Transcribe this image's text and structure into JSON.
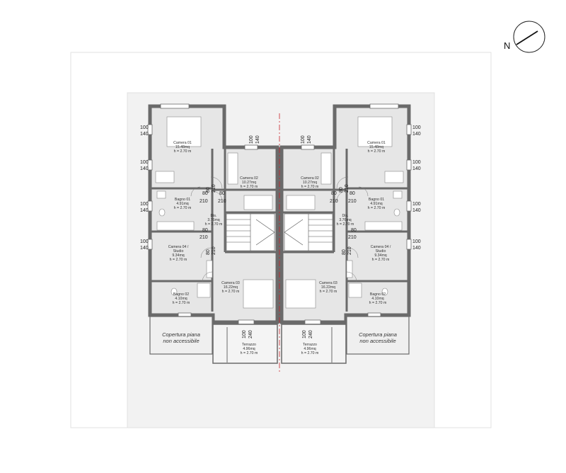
{
  "north": {
    "label": "N"
  },
  "colors": {
    "wall": "#6a6a6a",
    "floor": "#e6e6e6",
    "terrace": "#f4f4f4",
    "axis": "#c8242c",
    "site": "#f2f2f2"
  },
  "left": {
    "rooms": [
      {
        "name": "Camera 01",
        "area": "15.48mq",
        "height": "h = 2.70 m"
      },
      {
        "name": "Camera 02",
        "area": "10.27mq",
        "height": "h = 2.70 m"
      },
      {
        "name": "Bagno 01",
        "area": "4.91mq",
        "height": "h = 2.70 m"
      },
      {
        "name": "Dis.",
        "area": "3.76mq",
        "height": "h = 2.70 m"
      },
      {
        "name": "Camera 04 /",
        "name2": "Studio",
        "area": "9.34mq",
        "height": "h = 2.70 m"
      },
      {
        "name": "Camera 03",
        "area": "16.22mq",
        "height": "h = 2.70 m"
      },
      {
        "name": "Bagno 02",
        "area": "4.10mq",
        "height": "h = 2.70 m"
      },
      {
        "name": "Terrazzo",
        "area": "4.96mq",
        "height": "h = 2.70 m"
      }
    ],
    "cover": [
      "Copertura piana",
      "non accessibile"
    ]
  },
  "right": {
    "rooms": [
      {
        "name": "Camera 01",
        "area": "15.48mq",
        "height": "h = 2.70 m"
      },
      {
        "name": "Camera 02",
        "area": "10.27mq",
        "height": "h = 2.70 m"
      },
      {
        "name": "Bagno 01",
        "area": "4.91mq",
        "height": "h = 2.70 m"
      },
      {
        "name": "Dis.",
        "area": "3.76mq",
        "height": "h = 2.70 m"
      },
      {
        "name": "Camera 04 /",
        "name2": "Studio",
        "area": "9.34mq",
        "height": "h = 2.70 m"
      },
      {
        "name": "Camera 03",
        "area": "16.22mq",
        "height": "h = 2.70 m"
      },
      {
        "name": "Bagno 02",
        "area": "4.10mq",
        "height": "h = 2.70 m"
      },
      {
        "name": "Terrazzo",
        "area": "4.96mq",
        "height": "h = 2.70 m"
      }
    ],
    "cover": [
      "Copertura piana",
      "non accessibile"
    ]
  },
  "dims": {
    "window_w": "100",
    "window_h": "140",
    "window_h_tall": "240",
    "door_w_internal": "80",
    "door_w_main": "80",
    "door_h": "210"
  }
}
